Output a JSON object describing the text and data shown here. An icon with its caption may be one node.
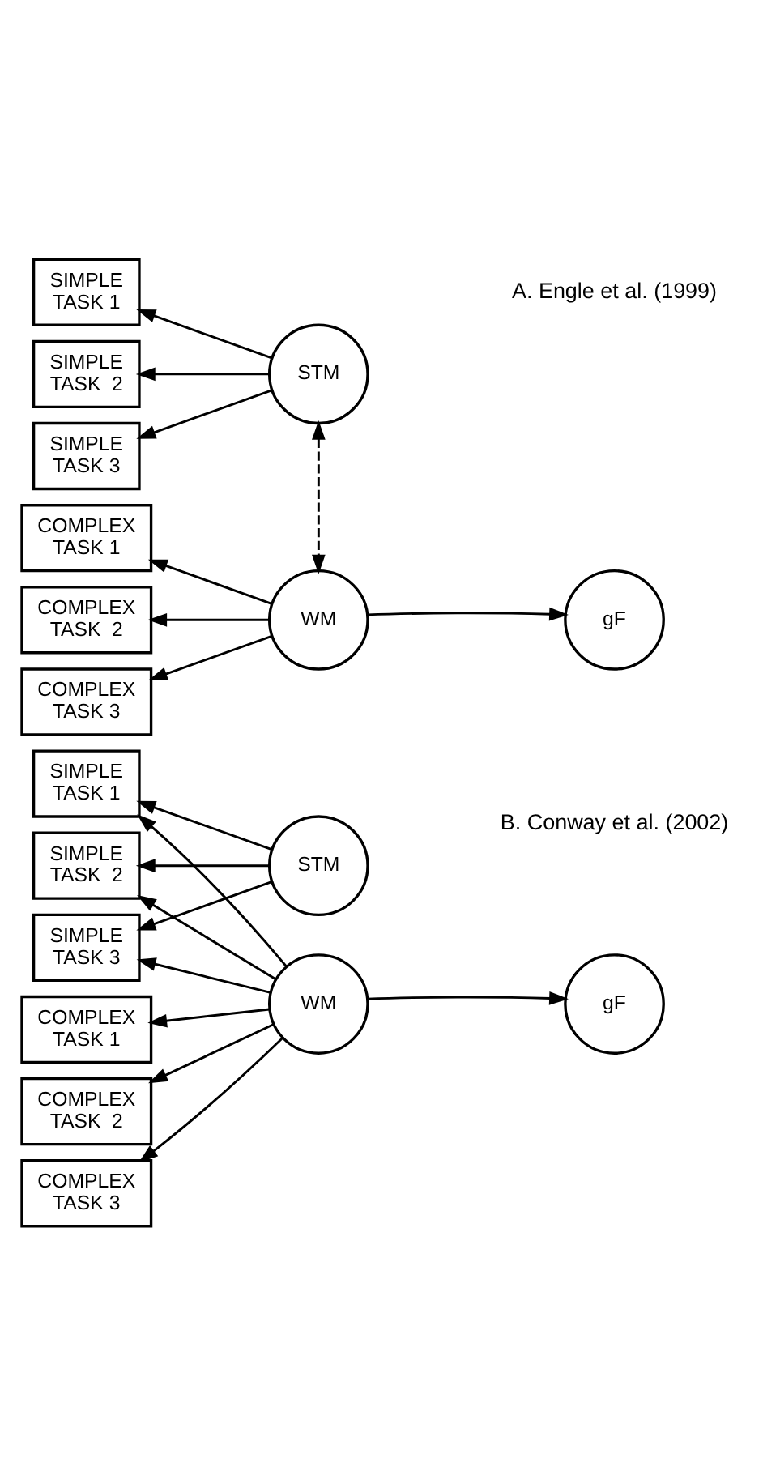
{
  "diagram": {
    "nodes": [
      {
        "text": [
          "SIMPLE TASK 1"
        ]
      },
      {
        "text": [
          "SIMPLE TASK  2"
        ]
      },
      {
        "text": [
          "SIMPLE TASK 3"
        ]
      },
      {
        "text": [
          "COMPLEX TASK 1"
        ]
      },
      {
        "text": [
          "COMPLEX TASK  2"
        ]
      },
      {
        "text": [
          "COMPLEX TASK 3"
        ]
      },
      {
        "text": [
          "STM"
        ]
      },
      {
        "text": [
          "WM"
        ]
      },
      {
        "text": [
          "gF"
        ]
      },
      {
        "text": [
          "SIMPLE TASK 1"
        ]
      },
      {
        "text": [
          "SIMPLE TASK  2"
        ]
      },
      {
        "text": [
          "SIMPLE TASK 3"
        ]
      },
      {
        "text": [
          "COMPLEX TASK 1"
        ]
      },
      {
        "text": [
          "COMPLEX TASK  2"
        ]
      },
      {
        "text": [
          "COMPLEX TASK 3"
        ]
      },
      {
        "text": [
          "STM"
        ]
      },
      {
        "text": [
          "WM"
        ]
      },
      {
        "text": [
          "gF"
        ]
      }
    ],
    "edges": [
      {
        "from": 6,
        "to": 0,
        "arrow": "to"
      },
      {
        "from": 6,
        "to": 1,
        "arrow": "to"
      },
      {
        "from": 6,
        "to": 2,
        "arrow": "to"
      },
      {
        "from": 6,
        "to": 7,
        "arrow": "both",
        "style": "dashed"
      },
      {
        "from": 7,
        "to": 3,
        "arrow": "to"
      },
      {
        "from": 7,
        "to": 4,
        "arrow": "to"
      },
      {
        "from": 7,
        "to": 5,
        "arrow": "to"
      },
      {
        "from": 7,
        "to": 8,
        "arrow": "to"
      },
      {
        "from": 15,
        "to": 9,
        "arrow": "to"
      },
      {
        "from": 15,
        "to": 10,
        "arrow": "to"
      },
      {
        "from": 15,
        "to": 11,
        "arrow": "to"
      },
      {
        "from": 16,
        "to": 9,
        "arrow": "to"
      },
      {
        "from": 16,
        "to": 10,
        "arrow": "to"
      },
      {
        "from": 16,
        "to": 11,
        "arrow": "to"
      },
      {
        "from": 16,
        "to": 12,
        "arrow": "to"
      },
      {
        "from": 16,
        "to": 13,
        "arrow": "to"
      },
      {
        "from": 16,
        "to": 14,
        "arrow": "to"
      },
      {
        "from": 16,
        "to": 17,
        "arrow": "to"
      }
    ],
    "labels": [
      "A. Engle et al. (1999)",
      "B. Conway et al. (2002)"
    ]
  }
}
